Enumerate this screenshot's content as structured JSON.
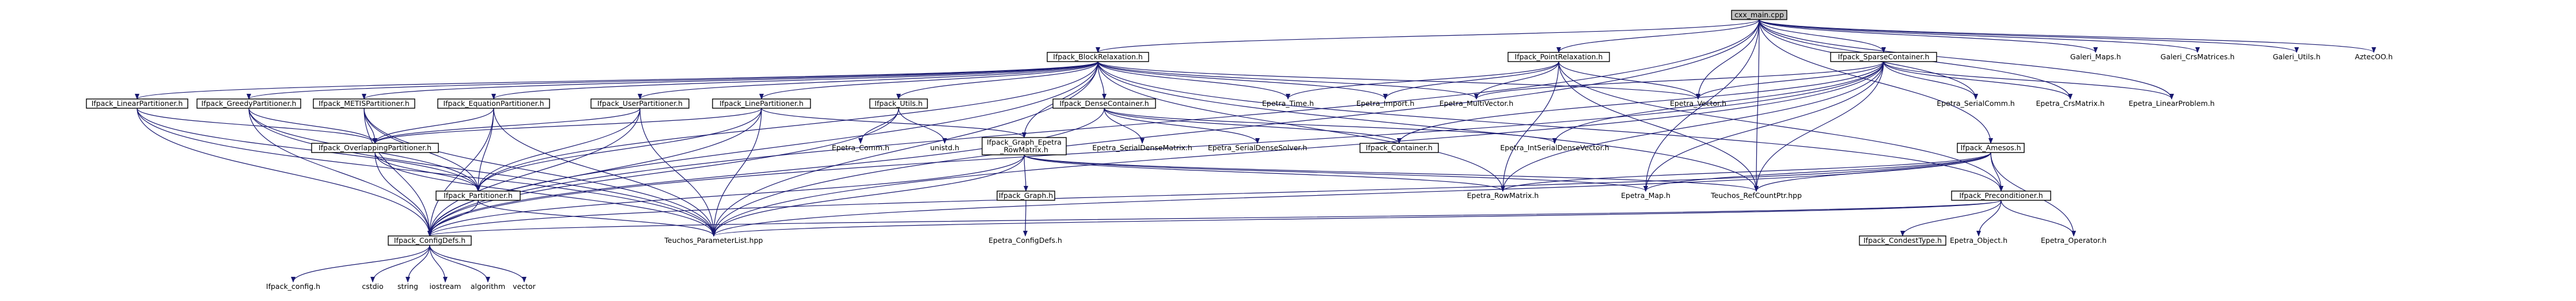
{
  "graph": {
    "root": "cxx_main.cpp",
    "node_colors": {
      "root_fill": "#bfbfbf",
      "boxed_fill": "#ffffff",
      "edge": "#191970"
    },
    "nodes": [
      {
        "id": "cxx_main",
        "label": "cxx_main.cpp",
        "boxed": true,
        "root": true
      },
      {
        "id": "Ifpack_BlockRelaxation",
        "label": "Ifpack_BlockRelaxation.h",
        "boxed": true
      },
      {
        "id": "Ifpack_PointRelaxation",
        "label": "Ifpack_PointRelaxation.h",
        "boxed": true
      },
      {
        "id": "Ifpack_SparseContainer",
        "label": "Ifpack_SparseContainer.h",
        "boxed": true
      },
      {
        "id": "Galeri_Maps",
        "label": "Galeri_Maps.h",
        "boxed": false
      },
      {
        "id": "Galeri_CrsMatrices",
        "label": "Galeri_CrsMatrices.h",
        "boxed": false
      },
      {
        "id": "Galeri_Utils",
        "label": "Galeri_Utils.h",
        "boxed": false
      },
      {
        "id": "AztecOO",
        "label": "AztecOO.h",
        "boxed": false
      },
      {
        "id": "Ifpack_LinearPartitioner",
        "label": "Ifpack_LinearPartitioner.h",
        "boxed": true
      },
      {
        "id": "Ifpack_GreedyPartitioner",
        "label": "Ifpack_GreedyPartitioner.h",
        "boxed": true
      },
      {
        "id": "Ifpack_METISPartitioner",
        "label": "Ifpack_METISPartitioner.h",
        "boxed": true
      },
      {
        "id": "Ifpack_EquationPartitioner",
        "label": "Ifpack_EquationPartitioner.h",
        "boxed": true
      },
      {
        "id": "Ifpack_UserPartitioner",
        "label": "Ifpack_UserPartitioner.h",
        "boxed": true
      },
      {
        "id": "Ifpack_LinePartitioner",
        "label": "Ifpack_LinePartitioner.h",
        "boxed": true
      },
      {
        "id": "Ifpack_Utils",
        "label": "Ifpack_Utils.h",
        "boxed": true
      },
      {
        "id": "Ifpack_DenseContainer",
        "label": "Ifpack_DenseContainer.h",
        "boxed": true
      },
      {
        "id": "Epetra_Time",
        "label": "Epetra_Time.h",
        "boxed": false
      },
      {
        "id": "Epetra_Import",
        "label": "Epetra_Import.h",
        "boxed": false
      },
      {
        "id": "Epetra_MultiVector",
        "label": "Epetra_MultiVector.h",
        "boxed": false
      },
      {
        "id": "Epetra_Vector",
        "label": "Epetra_Vector.h",
        "boxed": false
      },
      {
        "id": "Epetra_SerialComm",
        "label": "Epetra_SerialComm.h",
        "boxed": false
      },
      {
        "id": "Epetra_CrsMatrix",
        "label": "Epetra_CrsMatrix.h",
        "boxed": false
      },
      {
        "id": "Epetra_LinearProblem",
        "label": "Epetra_LinearProblem.h",
        "boxed": false
      },
      {
        "id": "Ifpack_OverlappingPartitioner",
        "label": "Ifpack_OverlappingPartitioner.h",
        "boxed": true
      },
      {
        "id": "Ifpack_Graph_Epetra_RowMatrix",
        "label": "Ifpack_Graph_Epetra\n_RowMatrix.h",
        "boxed": true
      },
      {
        "id": "Epetra_Comm",
        "label": "Epetra_Comm.h",
        "boxed": false
      },
      {
        "id": "unistd",
        "label": "unistd.h",
        "boxed": false
      },
      {
        "id": "Epetra_SerialDenseMatrix",
        "label": "Epetra_SerialDenseMatrix.h",
        "boxed": false
      },
      {
        "id": "Epetra_SerialDenseSolver",
        "label": "Epetra_SerialDenseSolver.h",
        "boxed": false
      },
      {
        "id": "Ifpack_Container",
        "label": "Ifpack_Container.h",
        "boxed": true
      },
      {
        "id": "Epetra_IntSerialDenseVector",
        "label": "Epetra_IntSerialDenseVector.h",
        "boxed": false
      },
      {
        "id": "Ifpack_Amesos",
        "label": "Ifpack_Amesos.h",
        "boxed": true
      },
      {
        "id": "Ifpack_Partitioner",
        "label": "Ifpack_Partitioner.h",
        "boxed": true
      },
      {
        "id": "Ifpack_Graph",
        "label": "Ifpack_Graph.h",
        "boxed": true
      },
      {
        "id": "Epetra_RowMatrix",
        "label": "Epetra_RowMatrix.h",
        "boxed": false
      },
      {
        "id": "Epetra_Map",
        "label": "Epetra_Map.h",
        "boxed": false
      },
      {
        "id": "Teuchos_RefCountPtr",
        "label": "Teuchos_RefCountPtr.hpp",
        "boxed": false
      },
      {
        "id": "Ifpack_Preconditioner",
        "label": "Ifpack_Preconditioner.h",
        "boxed": true
      },
      {
        "id": "Ifpack_ConfigDefs",
        "label": "Ifpack_ConfigDefs.h",
        "boxed": true
      },
      {
        "id": "Teuchos_ParameterList",
        "label": "Teuchos_ParameterList.hpp",
        "boxed": false
      },
      {
        "id": "Epetra_ConfigDefs",
        "label": "Epetra_ConfigDefs.h",
        "boxed": false
      },
      {
        "id": "Ifpack_CondestType",
        "label": "Ifpack_CondestType.h",
        "boxed": true
      },
      {
        "id": "Epetra_Object",
        "label": "Epetra_Object.h",
        "boxed": false
      },
      {
        "id": "Epetra_Operator",
        "label": "Epetra_Operator.h",
        "boxed": false
      },
      {
        "id": "Ifpack_config",
        "label": "Ifpack_config.h",
        "boxed": false
      },
      {
        "id": "cstdio",
        "label": "cstdio",
        "boxed": false
      },
      {
        "id": "string",
        "label": "string",
        "boxed": false
      },
      {
        "id": "iostream",
        "label": "iostream",
        "boxed": false
      },
      {
        "id": "algorithm",
        "label": "algorithm",
        "boxed": false
      },
      {
        "id": "vector",
        "label": "vector",
        "boxed": false
      }
    ],
    "edges": [
      [
        "cxx_main",
        "Ifpack_BlockRelaxation"
      ],
      [
        "cxx_main",
        "Ifpack_PointRelaxation"
      ],
      [
        "cxx_main",
        "Ifpack_SparseContainer"
      ],
      [
        "cxx_main",
        "Galeri_Maps"
      ],
      [
        "cxx_main",
        "Galeri_CrsMatrices"
      ],
      [
        "cxx_main",
        "Galeri_Utils"
      ],
      [
        "cxx_main",
        "AztecOO"
      ],
      [
        "cxx_main",
        "Ifpack_ConfigDefs"
      ],
      [
        "cxx_main",
        "Teuchos_ParameterList"
      ],
      [
        "cxx_main",
        "Epetra_Vector"
      ],
      [
        "cxx_main",
        "Epetra_SerialComm"
      ],
      [
        "cxx_main",
        "Epetra_CrsMatrix"
      ],
      [
        "cxx_main",
        "Epetra_LinearProblem"
      ],
      [
        "cxx_main",
        "Epetra_Map"
      ],
      [
        "cxx_main",
        "Ifpack_Amesos"
      ],
      [
        "cxx_main",
        "Teuchos_RefCountPtr"
      ],
      [
        "Ifpack_BlockRelaxation",
        "Ifpack_LinearPartitioner"
      ],
      [
        "Ifpack_BlockRelaxation",
        "Ifpack_GreedyPartitioner"
      ],
      [
        "Ifpack_BlockRelaxation",
        "Ifpack_METISPartitioner"
      ],
      [
        "Ifpack_BlockRelaxation",
        "Ifpack_EquationPartitioner"
      ],
      [
        "Ifpack_BlockRelaxation",
        "Ifpack_UserPartitioner"
      ],
      [
        "Ifpack_BlockRelaxation",
        "Ifpack_LinePartitioner"
      ],
      [
        "Ifpack_BlockRelaxation",
        "Ifpack_Utils"
      ],
      [
        "Ifpack_BlockRelaxation",
        "Ifpack_DenseContainer"
      ],
      [
        "Ifpack_BlockRelaxation",
        "Epetra_Time"
      ],
      [
        "Ifpack_BlockRelaxation",
        "Epetra_Import"
      ],
      [
        "Ifpack_BlockRelaxation",
        "Epetra_MultiVector"
      ],
      [
        "Ifpack_BlockRelaxation",
        "Epetra_Vector"
      ],
      [
        "Ifpack_BlockRelaxation",
        "Ifpack_Graph_Epetra_RowMatrix"
      ],
      [
        "Ifpack_BlockRelaxation",
        "Ifpack_ConfigDefs"
      ],
      [
        "Ifpack_BlockRelaxation",
        "Teuchos_ParameterList"
      ],
      [
        "Ifpack_BlockRelaxation",
        "Epetra_RowMatrix"
      ],
      [
        "Ifpack_BlockRelaxation",
        "Teuchos_RefCountPtr"
      ],
      [
        "Ifpack_BlockRelaxation",
        "Ifpack_Preconditioner"
      ],
      [
        "Ifpack_BlockRelaxation",
        "Ifpack_Partitioner"
      ],
      [
        "Ifpack_PointRelaxation",
        "Epetra_Time"
      ],
      [
        "Ifpack_PointRelaxation",
        "Epetra_Import"
      ],
      [
        "Ifpack_PointRelaxation",
        "Epetra_Vector"
      ],
      [
        "Ifpack_PointRelaxation",
        "Epetra_MultiVector"
      ],
      [
        "Ifpack_PointRelaxation",
        "Epetra_RowMatrix"
      ],
      [
        "Ifpack_PointRelaxation",
        "Teuchos_RefCountPtr"
      ],
      [
        "Ifpack_PointRelaxation",
        "Ifpack_Preconditioner"
      ],
      [
        "Ifpack_SparseContainer",
        "Ifpack_Container"
      ],
      [
        "Ifpack_SparseContainer",
        "Epetra_SerialComm"
      ],
      [
        "Ifpack_SparseContainer",
        "Epetra_CrsMatrix"
      ],
      [
        "Ifpack_SparseContainer",
        "Epetra_LinearProblem"
      ],
      [
        "Ifpack_SparseContainer",
        "Epetra_Vector"
      ],
      [
        "Ifpack_SparseContainer",
        "Epetra_MultiVector"
      ],
      [
        "Ifpack_SparseContainer",
        "Epetra_IntSerialDenseVector"
      ],
      [
        "Ifpack_SparseContainer",
        "Epetra_Map"
      ],
      [
        "Ifpack_SparseContainer",
        "Epetra_RowMatrix"
      ],
      [
        "Ifpack_SparseContainer",
        "Ifpack_ConfigDefs"
      ],
      [
        "Ifpack_SparseContainer",
        "Teuchos_ParameterList"
      ],
      [
        "Ifpack_SparseContainer",
        "Teuchos_RefCountPtr"
      ],
      [
        "Ifpack_LinearPartitioner",
        "Ifpack_OverlappingPartitioner"
      ],
      [
        "Ifpack_LinearPartitioner",
        "Ifpack_Partitioner"
      ],
      [
        "Ifpack_LinearPartitioner",
        "Ifpack_ConfigDefs"
      ],
      [
        "Ifpack_LinearPartitioner",
        "Teuchos_ParameterList"
      ],
      [
        "Ifpack_GreedyPartitioner",
        "Ifpack_OverlappingPartitioner"
      ],
      [
        "Ifpack_GreedyPartitioner",
        "Ifpack_Partitioner"
      ],
      [
        "Ifpack_GreedyPartitioner",
        "Ifpack_ConfigDefs"
      ],
      [
        "Ifpack_GreedyPartitioner",
        "Teuchos_ParameterList"
      ],
      [
        "Ifpack_METISPartitioner",
        "Ifpack_OverlappingPartitioner"
      ],
      [
        "Ifpack_METISPartitioner",
        "Ifpack_Partitioner"
      ],
      [
        "Ifpack_METISPartitioner",
        "Ifpack_ConfigDefs"
      ],
      [
        "Ifpack_METISPartitioner",
        "Teuchos_ParameterList"
      ],
      [
        "Ifpack_EquationPartitioner",
        "Ifpack_OverlappingPartitioner"
      ],
      [
        "Ifpack_EquationPartitioner",
        "Ifpack_Partitioner"
      ],
      [
        "Ifpack_EquationPartitioner",
        "Ifpack_ConfigDefs"
      ],
      [
        "Ifpack_EquationPartitioner",
        "Teuchos_ParameterList"
      ],
      [
        "Ifpack_UserPartitioner",
        "Ifpack_OverlappingPartitioner"
      ],
      [
        "Ifpack_UserPartitioner",
        "Ifpack_Partitioner"
      ],
      [
        "Ifpack_UserPartitioner",
        "Ifpack_ConfigDefs"
      ],
      [
        "Ifpack_UserPartitioner",
        "Teuchos_ParameterList"
      ],
      [
        "Ifpack_LinePartitioner",
        "Ifpack_OverlappingPartitioner"
      ],
      [
        "Ifpack_LinePartitioner",
        "Ifpack_Partitioner"
      ],
      [
        "Ifpack_LinePartitioner",
        "Ifpack_ConfigDefs"
      ],
      [
        "Ifpack_LinePartitioner",
        "Teuchos_ParameterList"
      ],
      [
        "Ifpack_LinePartitioner",
        "Ifpack_Graph_Epetra_RowMatrix"
      ],
      [
        "Ifpack_Utils",
        "Ifpack_ConfigDefs"
      ],
      [
        "Ifpack_Utils",
        "Epetra_Comm"
      ],
      [
        "Ifpack_Utils",
        "unistd"
      ],
      [
        "Ifpack_DenseContainer",
        "Ifpack_Container"
      ],
      [
        "Ifpack_DenseContainer",
        "Epetra_SerialDenseMatrix"
      ],
      [
        "Ifpack_DenseContainer",
        "Epetra_SerialDenseSolver"
      ],
      [
        "Ifpack_DenseContainer",
        "Epetra_IntSerialDenseVector"
      ],
      [
        "Ifpack_DenseContainer",
        "Ifpack_ConfigDefs"
      ],
      [
        "Ifpack_OverlappingPartitioner",
        "Ifpack_Partitioner"
      ],
      [
        "Ifpack_OverlappingPartitioner",
        "Ifpack_ConfigDefs"
      ],
      [
        "Ifpack_OverlappingPartitioner",
        "Teuchos_ParameterList"
      ],
      [
        "Ifpack_Graph_Epetra_RowMatrix",
        "Ifpack_Graph"
      ],
      [
        "Ifpack_Graph_Epetra_RowMatrix",
        "Epetra_RowMatrix"
      ],
      [
        "Ifpack_Graph_Epetra_RowMatrix",
        "Epetra_Map"
      ],
      [
        "Ifpack_Graph_Epetra_RowMatrix",
        "Teuchos_RefCountPtr"
      ],
      [
        "Ifpack_Graph_Epetra_RowMatrix",
        "Ifpack_ConfigDefs"
      ],
      [
        "Ifpack_Graph_Epetra_RowMatrix",
        "Teuchos_ParameterList"
      ],
      [
        "Ifpack_Graph",
        "Epetra_ConfigDefs"
      ],
      [
        "Ifpack_Partitioner",
        "Ifpack_ConfigDefs"
      ],
      [
        "Ifpack_Partitioner",
        "Teuchos_ParameterList"
      ],
      [
        "Ifpack_Amesos",
        "Ifpack_Preconditioner"
      ],
      [
        "Ifpack_Amesos",
        "Epetra_Map"
      ],
      [
        "Ifpack_Amesos",
        "Epetra_RowMatrix"
      ],
      [
        "Ifpack_Amesos",
        "Teuchos_RefCountPtr"
      ],
      [
        "Ifpack_Amesos",
        "Ifpack_ConfigDefs"
      ],
      [
        "Ifpack_Amesos",
        "Teuchos_ParameterList"
      ],
      [
        "Ifpack_Amesos",
        "Epetra_Operator"
      ],
      [
        "Ifpack_Preconditioner",
        "Ifpack_CondestType"
      ],
      [
        "Ifpack_Preconditioner",
        "Epetra_Object"
      ],
      [
        "Ifpack_Preconditioner",
        "Epetra_Operator"
      ],
      [
        "Ifpack_Preconditioner",
        "Ifpack_ConfigDefs"
      ],
      [
        "Ifpack_Preconditioner",
        "Teuchos_ParameterList"
      ],
      [
        "Ifpack_ConfigDefs",
        "Ifpack_config"
      ],
      [
        "Ifpack_ConfigDefs",
        "cstdio"
      ],
      [
        "Ifpack_ConfigDefs",
        "string"
      ],
      [
        "Ifpack_ConfigDefs",
        "iostream"
      ],
      [
        "Ifpack_ConfigDefs",
        "algorithm"
      ],
      [
        "Ifpack_ConfigDefs",
        "vector"
      ]
    ]
  }
}
